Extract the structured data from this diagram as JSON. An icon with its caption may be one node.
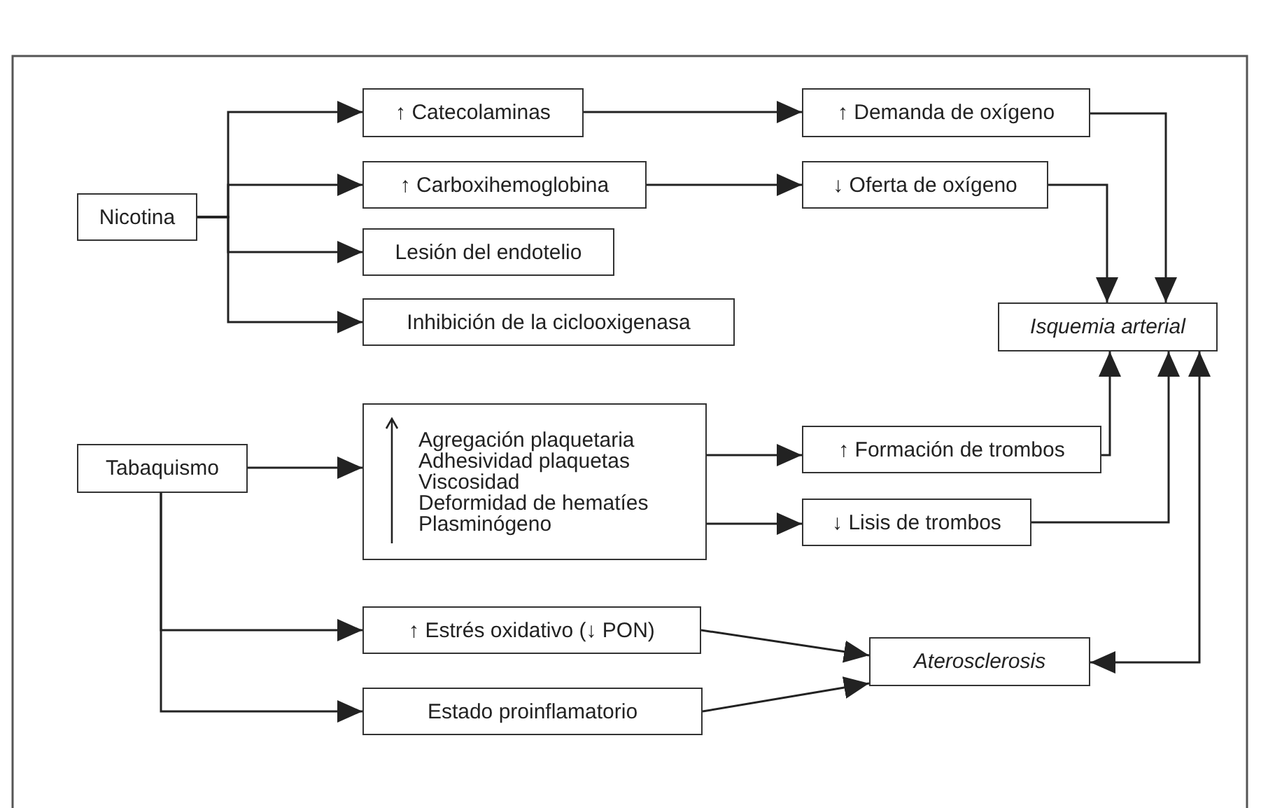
{
  "diagram": {
    "nodes": [
      {
        "text": [
          "Nicotina"
        ]
      },
      {
        "text": [
          "↑ Catecolaminas"
        ]
      },
      {
        "text": [
          "↑ Carboxihemoglobina"
        ]
      },
      {
        "text": [
          "Lesión del endotelio"
        ]
      },
      {
        "text": [
          "Inhibición de la ciclooxigenasa"
        ]
      },
      {
        "text": [
          "↑ Demanda de oxígeno"
        ]
      },
      {
        "text": [
          "↓ Oferta de oxígeno"
        ]
      },
      {
        "text": [
          "Isquemia arterial"
        ]
      },
      {
        "text": [
          "Tabaquismo"
        ]
      },
      {
        "text": [
          "Agregación plaquetaria",
          "Adhesividad plaquetas",
          "Viscosidad",
          "Deformidad de hematíes",
          "Plasminógeno"
        ]
      },
      {
        "text": [
          "↑ Formación de trombos"
        ]
      },
      {
        "text": [
          "↓ Lisis de trombos"
        ]
      },
      {
        "text": [
          "↑ Estrés oxidativo  (↓ PON)"
        ]
      },
      {
        "text": [
          "Estado proinflamatorio"
        ]
      },
      {
        "text": [
          "Aterosclerosis"
        ]
      }
    ],
    "edges": [
      {
        "from": 0,
        "to": 1,
        "arrow": "to"
      },
      {
        "from": 0,
        "to": 2,
        "arrow": "to"
      },
      {
        "from": 0,
        "to": 3,
        "arrow": "to"
      },
      {
        "from": 0,
        "to": 4,
        "arrow": "to"
      },
      {
        "from": 1,
        "to": 5,
        "arrow": "to"
      },
      {
        "from": 2,
        "to": 6,
        "arrow": "to"
      },
      {
        "from": 5,
        "to": 7,
        "arrow": "to"
      },
      {
        "from": 6,
        "to": 7,
        "arrow": "to"
      },
      {
        "from": 8,
        "to": 9,
        "arrow": "to"
      },
      {
        "from": 9,
        "to": 10,
        "arrow": "to"
      },
      {
        "from": 9,
        "to": 11,
        "arrow": "to"
      },
      {
        "from": 10,
        "to": 7,
        "arrow": "to"
      },
      {
        "from": 11,
        "to": 7,
        "arrow": "to"
      },
      {
        "from": 8,
        "to": 12,
        "arrow": "to"
      },
      {
        "from": 8,
        "to": 13,
        "arrow": "to"
      },
      {
        "from": 12,
        "to": 14,
        "arrow": "to"
      },
      {
        "from": 13,
        "to": 14,
        "arrow": "to"
      },
      {
        "from": 14,
        "to": 7,
        "arrow": "both"
      }
    ]
  }
}
